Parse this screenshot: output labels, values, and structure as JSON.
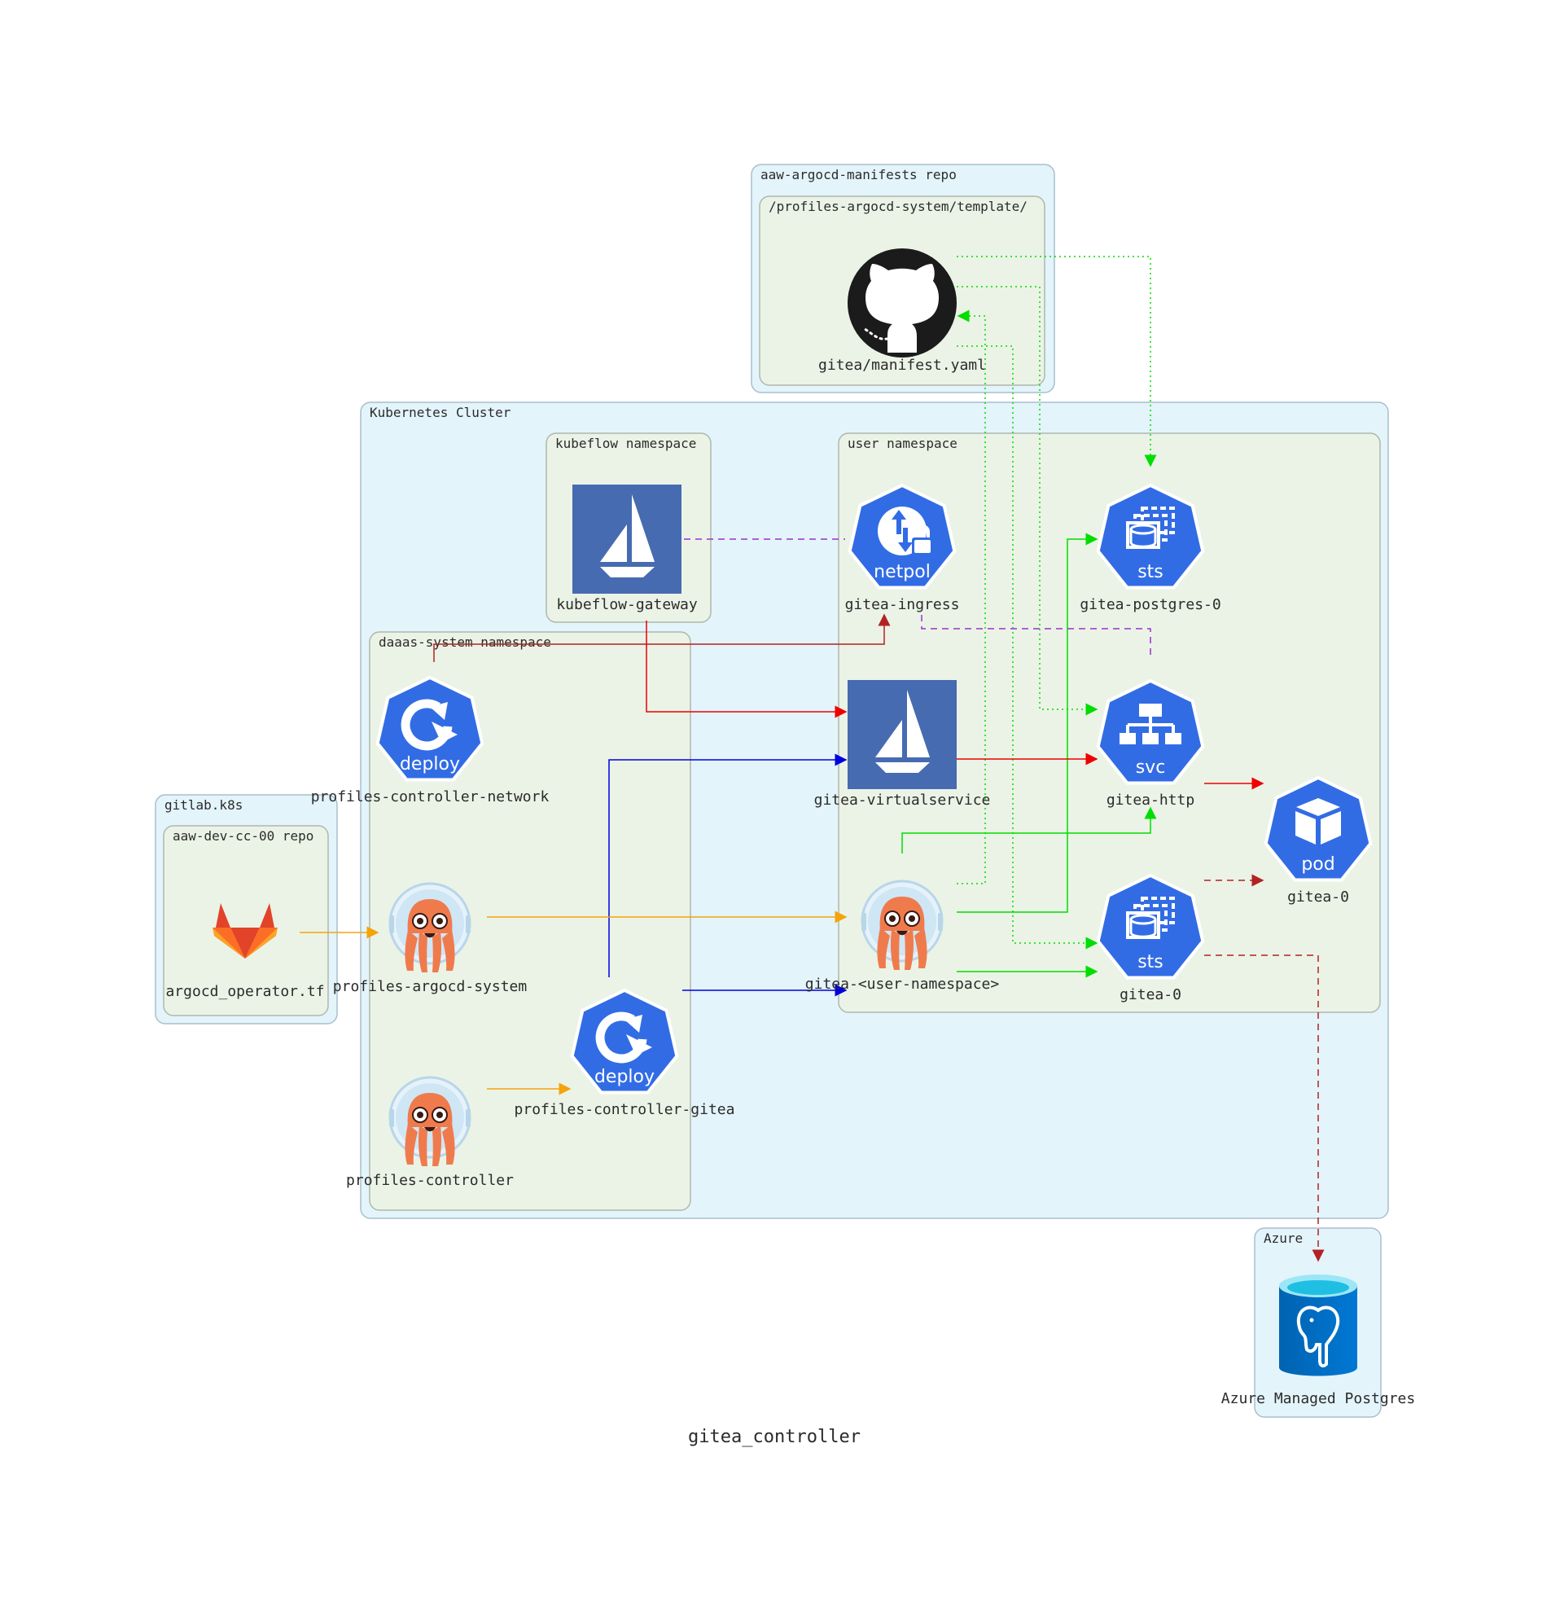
{
  "title": "gitea_controller",
  "clusters": {
    "aaw_argocd_manifests_repo": "aaw-argocd-manifests repo",
    "template_dir": "/profiles-argocd-system/template/",
    "kubernetes_cluster": "Kubernetes Cluster",
    "kubeflow_namespace": "kubeflow namespace",
    "user_namespace": "user namespace",
    "daaas_system_namespace": "daaas-system namespace",
    "gitlab_k8s": "gitlab.k8s",
    "aaw_dev_repo": "aaw-dev-cc-00 repo",
    "azure": "Azure"
  },
  "nodes": {
    "github_manifest": {
      "label": "gitea/manifest.yaml",
      "icon": "github-icon"
    },
    "kubeflow_gateway": {
      "label": "kubeflow-gateway",
      "icon": "istio-icon"
    },
    "gitea_ingress": {
      "label": "gitea-ingress",
      "icon": "netpol-icon",
      "badge": "netpol"
    },
    "gitea_postgres_0": {
      "label": "gitea-postgres-0",
      "icon": "sts-icon",
      "badge": "sts"
    },
    "gitea_virtualservice": {
      "label": "gitea-virtualservice",
      "icon": "istio-icon"
    },
    "gitea_http": {
      "label": "gitea-http",
      "icon": "svc-icon",
      "badge": "svc"
    },
    "gitea_pod": {
      "label": "gitea-0",
      "icon": "pod-icon",
      "badge": "pod"
    },
    "gitea_sts": {
      "label": "gitea-0",
      "icon": "sts-icon",
      "badge": "sts"
    },
    "gitea_user_ns": {
      "label": "gitea-<user-namespace>",
      "icon": "argo-icon"
    },
    "profiles_controller_network": {
      "label": "profiles-controller-network",
      "icon": "deploy-icon",
      "badge": "deploy"
    },
    "profiles_argocd_system": {
      "label": "profiles-argocd-system",
      "icon": "argo-icon"
    },
    "profiles_controller_gitea": {
      "label": "profiles-controller-gitea",
      "icon": "deploy-icon",
      "badge": "deploy"
    },
    "profiles_controller": {
      "label": "profiles-controller",
      "icon": "argo-icon"
    },
    "argocd_operator_tf": {
      "label": "argocd_operator.tf",
      "icon": "gitlab-icon"
    },
    "azure_postgres": {
      "label": "Azure Managed Postgres",
      "icon": "azure-postgres-icon"
    }
  },
  "colors": {
    "k8s_blue": "#326ce5",
    "istio": "#466bb0",
    "edge_green": "#00dd00",
    "edge_red": "#ee0000",
    "edge_darkred": "#b22222",
    "edge_blue": "#0000dd",
    "edge_orange": "#f5a30a",
    "edge_purple": "#9932cc"
  }
}
